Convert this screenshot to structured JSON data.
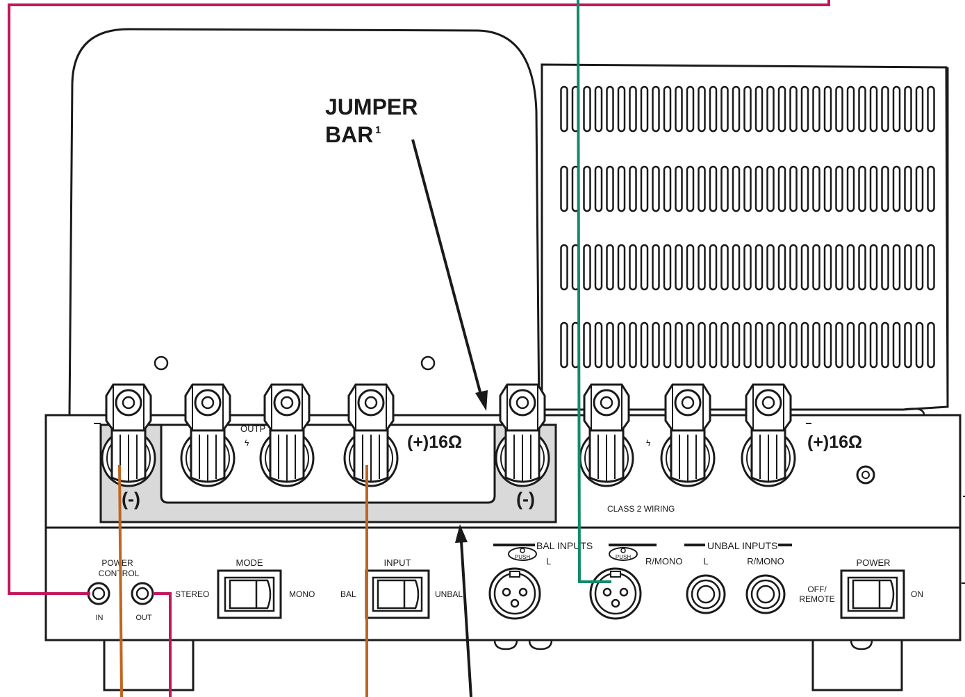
{
  "callouts": {
    "jumper_line1": "JUMPER",
    "jumper_line2": "BAR",
    "jumper_footnote": "1"
  },
  "speaker_terminals": {
    "left_minus": "(-)",
    "left_plus": "(+)16Ω",
    "right_minus": "(-)",
    "right_plus": "(+)16Ω",
    "output_label_partial": "OUTP",
    "lightning_glyph": "ϟ",
    "class2_wiring": "CLASS 2 WIRING"
  },
  "power_control": {
    "title_line1": "POWER",
    "title_line2": "CONTROL",
    "in_label": "IN",
    "out_label": "OUT"
  },
  "mode_switch": {
    "title": "MODE",
    "left_label": "STEREO",
    "right_label": "MONO"
  },
  "input_switch": {
    "title": "INPUT",
    "left_label": "BAL",
    "right_label": "UNBAL"
  },
  "bal_inputs": {
    "title": "BAL INPUTS",
    "push_label": "PUSH",
    "left_label": "L",
    "right_label": "R/MONO"
  },
  "unbal_inputs": {
    "title": "UNBAL INPUTS",
    "left_label": "L",
    "right_label": "R/MONO"
  },
  "power_switch": {
    "title": "POWER",
    "off_line1": "OFF/",
    "off_line2": "REMOTE",
    "on_label": "ON"
  },
  "colors": {
    "outline": "#1a1a1a",
    "magenta_wire": "#c2185b",
    "green_wire": "#138a6a",
    "orange_wire": "#c0651f",
    "jumper_bar": "#d9d9d9"
  }
}
